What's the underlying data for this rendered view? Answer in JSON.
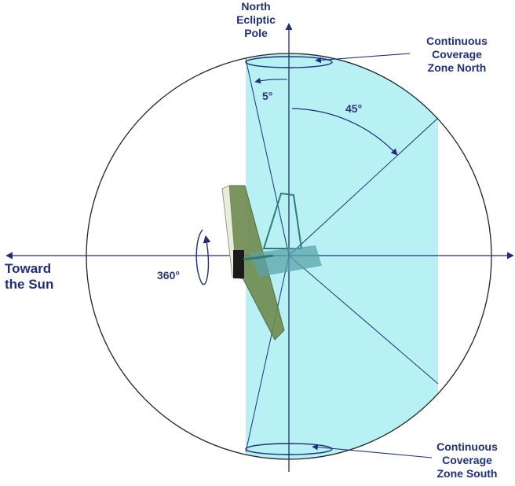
{
  "labels": {
    "north_pole": [
      "North",
      "Ecliptic",
      "Pole"
    ],
    "ccz_north": [
      "Continuous",
      "Coverage",
      "Zone North"
    ],
    "ccz_south": [
      "Continuous",
      "Coverage",
      "Zone South"
    ],
    "toward_sun": [
      "Toward",
      "the Sun"
    ],
    "angle_5": "5°",
    "angle_45": "45°",
    "angle_360": "360°"
  },
  "colors": {
    "field_of_regard": "#b8f1f4",
    "axis": "#1f2f7a",
    "label": "#1f2f7a",
    "sunshield": "#5f7a45",
    "spacecraft": "#5aa3a8"
  }
}
